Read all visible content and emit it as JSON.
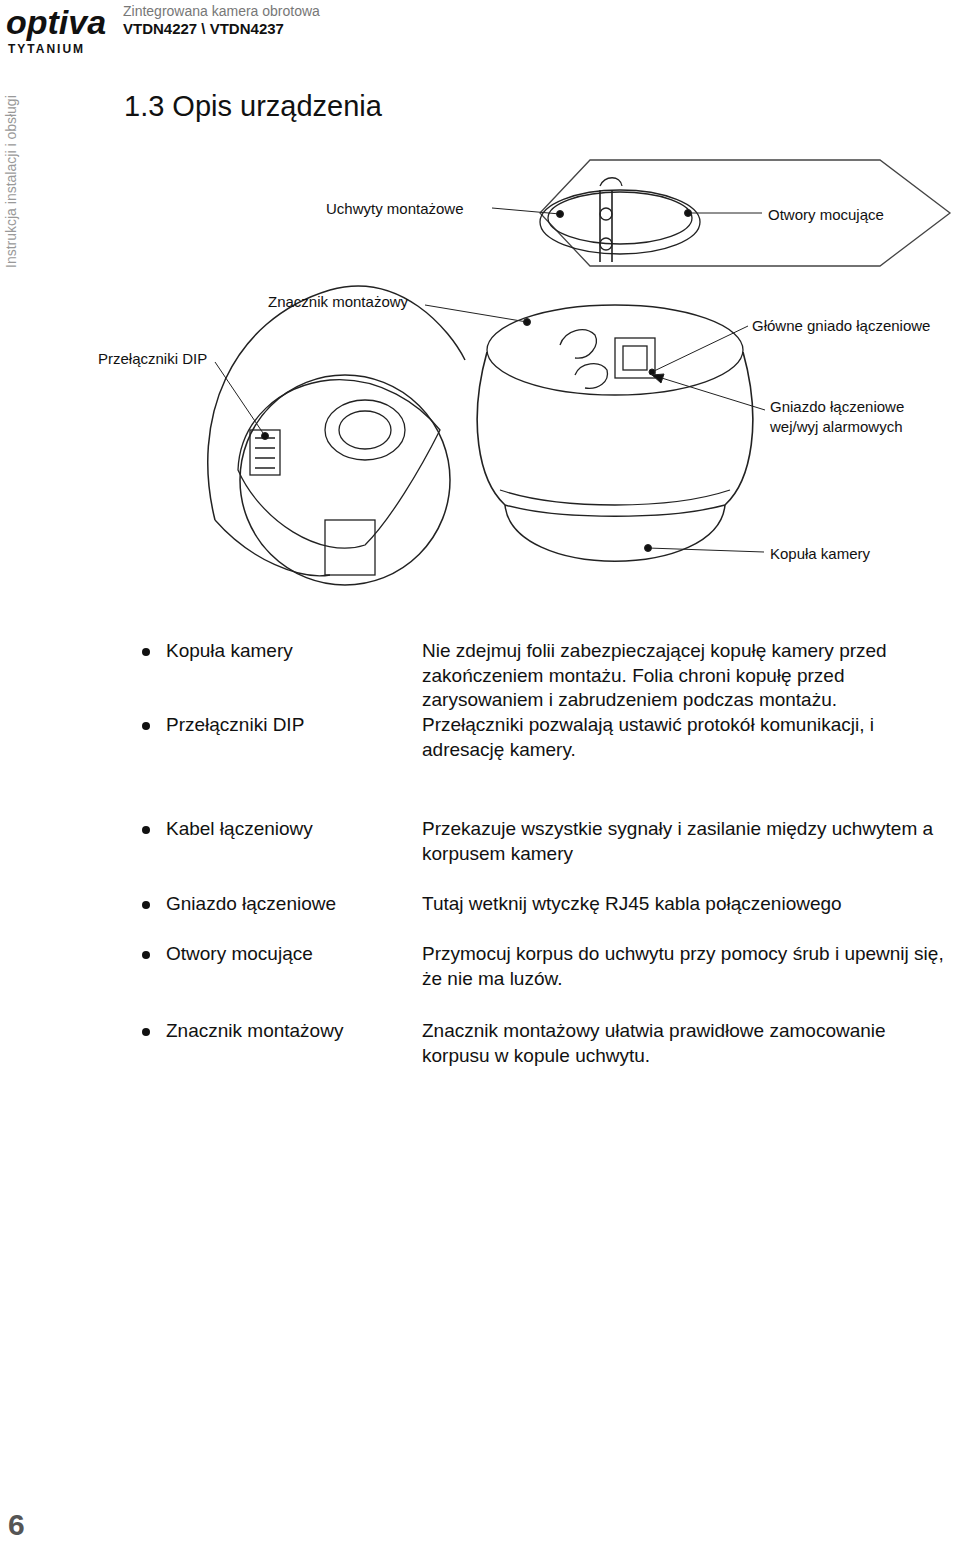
{
  "diagram": {
    "title": "1.3 Opis urządzenia",
    "labels": [
      "Zintegrowana kamera obrotowa",
      "VTDN4227 \\ VTDN4237",
      "optiva",
      "TYTANIUM",
      "Instrukcja instalacji i obsługi",
      "Uchwyty  montażowe",
      "Otwory mocujące",
      "Znacznik montażowy",
      "Główne gniado  łączeniowe",
      "Przełączniki DIP",
      "Gniazdo łączeniowe wej/wyj alarmowych",
      "Kopuła kamery",
      "Kopuła kamery",
      "Nie zdejmuj folii zabezpieczającej kopułę kamery przed zakończeniem montażu. Folia chroni kopułę przed zarysowaniem i zabrudzeniem podczas montażu.",
      "Przełączniki DIP",
      "Przełączniki pozwalają ustawić protokół komunikacji, i adresację kamery.",
      "Kabel łączeniowy",
      "Przekazuje wszystkie sygnały i zasilanie między uchwytem a korpusem kamery",
      "Gniazdo łączeniowe",
      "Tutaj wetknij wtyczkę RJ45 kabla połączeniowego",
      "Otwory mocujące",
      "Przymocuj korpus do uchwytu przy pomocy śrub i upewnij się, że nie ma luzów.",
      "Znacznik montażowy",
      "Znacznik montażowy ułatwia prawidłowe zamocowanie korpusu w kopule uchwytu.",
      "6"
    ]
  }
}
